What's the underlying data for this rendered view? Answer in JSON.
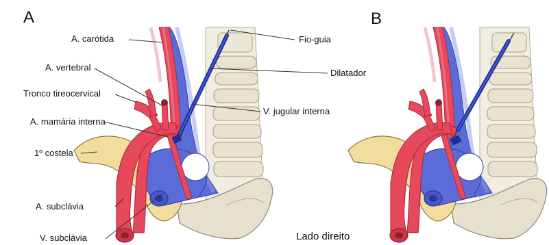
{
  "panels": [
    {
      "letter": "A"
    },
    {
      "letter": "B"
    }
  ],
  "labels": {
    "carotid": "A. carótida",
    "vertebral": "A. vertebral",
    "thyrocervical": "Tronco tireocervical",
    "internal_mammary": "A. mamária interna",
    "first_rib": "1º costela",
    "subclavian_artery": "A. subclávia",
    "subclavian_vein": "V. subclávia",
    "guidewire": "Fio-guia",
    "dilator": "Dilatador",
    "internal_jugular": "V. jugular interna",
    "side": "Lado direito"
  },
  "colors": {
    "artery": "#e4485a",
    "vein": "#5566d8",
    "bone": "#ede7d6",
    "rib": "#f3e0a4",
    "dilator": "#1c2f9a",
    "leader": "#333333"
  }
}
